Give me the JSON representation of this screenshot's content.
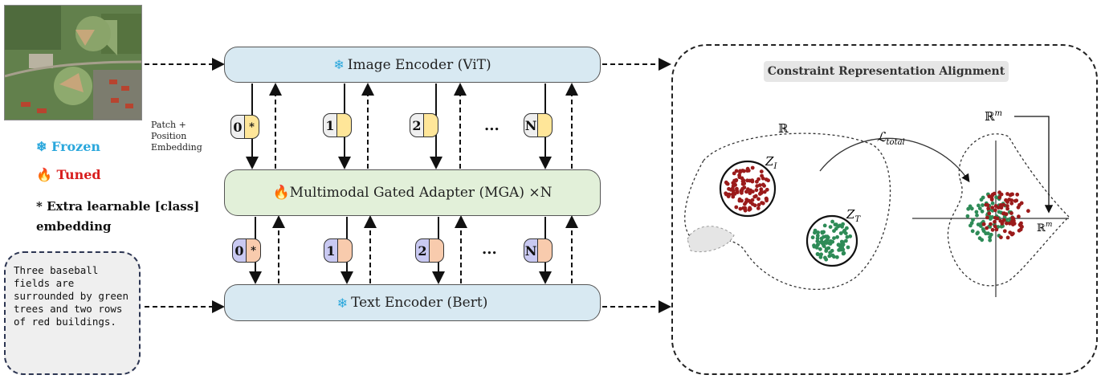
{
  "legend": {
    "frozen_icon": "❄",
    "frozen": "Frozen",
    "tuned_icon": "🔥",
    "tuned": "Tuned",
    "extra": "* Extra learnable [class] embedding"
  },
  "patch_label": "Patch + Position Embedding",
  "caption": "Three baseball fields are surrounded by green trees and two rows of red buildings.",
  "encoders": {
    "image": "Image Encoder (ViT)",
    "mga": "Multimodal Gated Adapter (MGA) ×N",
    "text": "Text Encoder (Bert)"
  },
  "tokens": {
    "image": [
      "0",
      "1",
      "2",
      "N"
    ],
    "text": [
      "0",
      "1",
      "2",
      "N"
    ],
    "extra_mark": "*",
    "ellipsis": "..."
  },
  "alignment": {
    "title": "Constraint Representation Alignment",
    "space_r": "ℝ",
    "space_rm": "ℝ",
    "sup_m": "m",
    "loss_symbol": "ℒ",
    "loss_sub": "total",
    "z_symbol": "Z",
    "z_image_sub": "I",
    "z_text_sub": "T"
  },
  "colors": {
    "frozen": "#2aa7dc",
    "tuned": "#d81e1e",
    "encoder_fill": "#d8e9f2",
    "adapter_fill": "#e2f0d9",
    "image_points": "#9b1b1b",
    "text_points": "#2e8b57"
  }
}
